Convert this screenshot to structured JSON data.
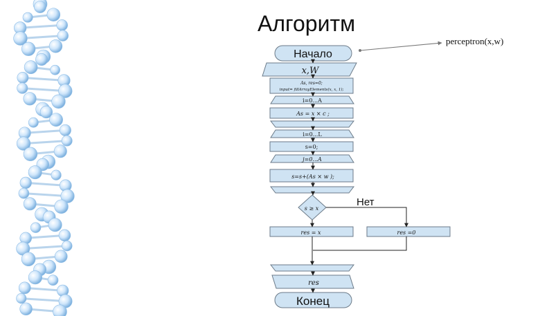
{
  "title": "Алгоритм",
  "note": "perceptron(x,w)",
  "colors": {
    "shape_fill": "#cfe3f3",
    "shape_stroke": "#6b7a88",
    "line": "#333333",
    "molecule_bond": "#b9d4ec",
    "molecule_atom": "#8fbde6"
  },
  "flowchart": {
    "start": "Начало",
    "input": "x,W",
    "init_line1": "As, res=0;",
    "init_line2": "input= fillArrayElements(x, x, 1);",
    "loop1": "i=0...A",
    "assign_as": "As = x × c ;",
    "loop2": "i=0...L",
    "assign_s": "s=0;",
    "loop3": "j=0...A",
    "sum": "s=s+(As × w );",
    "condition": "s ≥ x",
    "no_label": "Нет",
    "res_yes": "res = x",
    "res_no": "res =0",
    "output": "res",
    "end": "Конец"
  }
}
